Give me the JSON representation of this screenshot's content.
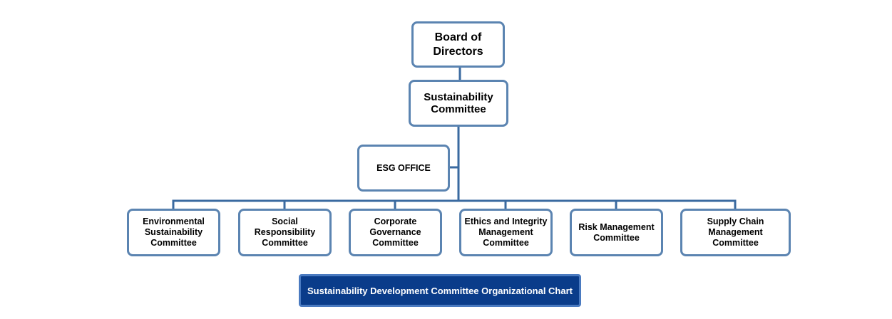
{
  "colors": {
    "node_border": "#5b84b1",
    "connector": "#3a6aa0",
    "caption_fill": "#0a3c8a",
    "caption_text": "#ffffff"
  },
  "chart": {
    "top": "Board of\nDirectors",
    "sustainability": "Sustainability\nCommittee",
    "esg": "ESG OFFICE",
    "committees": [
      "Environmental\nSustainability\nCommittee",
      "Social\nResponsibility\nCommittee",
      "Corporate\nGovernance\nCommittee",
      "Ethics and Integrity\nManagement\nCommittee",
      "Risk Management\nCommittee",
      "Supply Chain\nManagement\nCommittee"
    ]
  },
  "caption": "Sustainability Development Committee Organizational Chart"
}
